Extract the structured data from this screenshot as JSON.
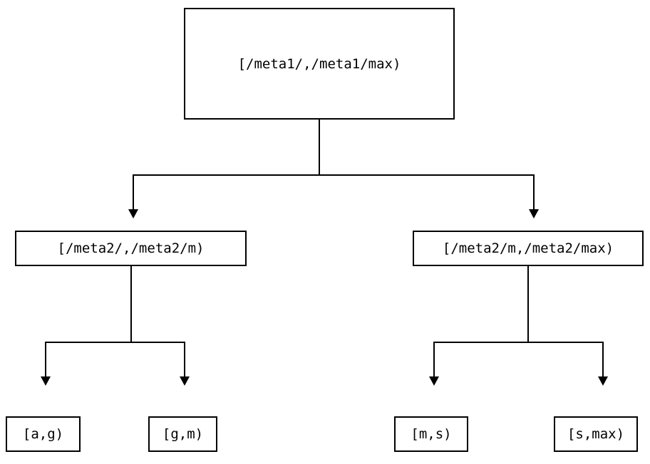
{
  "diagram": {
    "type": "tree",
    "background_color": "#ffffff",
    "line_color": "#000000",
    "text_color": "#000000",
    "levels": 3,
    "root": {
      "label": "[/meta1/,/meta1/max)"
    },
    "mid": [
      {
        "label": "[/meta2/,/meta2/m)"
      },
      {
        "label": "[/meta2/m,/meta2/max)"
      }
    ],
    "leaves": [
      {
        "label": "[a,g)"
      },
      {
        "label": "[g,m)"
      },
      {
        "label": "[m,s)"
      },
      {
        "label": "[s,max)"
      }
    ]
  }
}
